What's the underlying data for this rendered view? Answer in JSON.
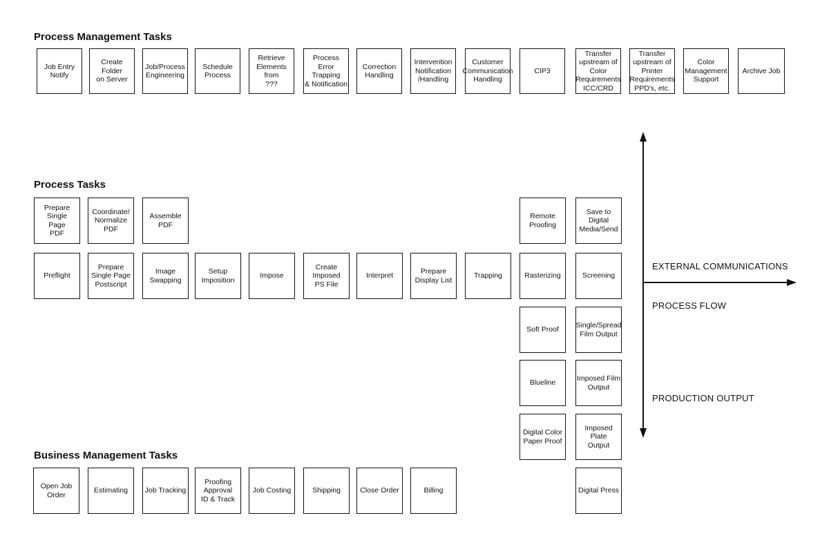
{
  "sections": {
    "process_management": "Process Management Tasks",
    "process": "Process Tasks",
    "business_management": "Business Management Tasks"
  },
  "process_management_tasks": [
    "Job Entry\nNotify",
    "Create Folder\non Server",
    "Job/Process\nEngineering",
    "Schedule\nProcess",
    "Retrieve\nElements\nfrom\n???",
    "Process Error\nTrapping\n& Notification",
    "Correction\nHandling",
    "Intervention\nNotification\n/Handling",
    "Customer\nCommunication\nHandling",
    "CIP3",
    "Transfer\nupstream of\nColor\nRequirements\nICC/CRD",
    "Transfer\nupstream of\nPrinter\nRequirements\nPPD's, etc.",
    "Color\nManagement\nSupport",
    "Archive Job"
  ],
  "process_tasks": {
    "pdf_row": [
      "Prepare\nSingle\nPage\nPDF",
      "Coordinate/\nNormalize\nPDF",
      "Assemble\nPDF"
    ],
    "main_row": [
      "Preflight",
      "Prepare\nSingle Page\nPostscript",
      "Image\nSwapping",
      "Setup\nImposition",
      "Impose",
      "Create\nImposed\nPS File",
      "Interpret",
      "Prepare\nDisplay List",
      "Trapping"
    ],
    "proof_column": [
      "Remote\nProofing",
      "Rasterizing",
      "Soft Proof",
      "Blueline",
      "Digital Color\nPaper Proof"
    ],
    "output_column": [
      "Save to Digital\nMedia/Send",
      "Screening",
      "Single/Spread\nFilm Output",
      "Imposed Film\nOutput",
      "Imposed Plate\nOutput",
      "Digital Press"
    ]
  },
  "business_management_tasks": [
    "Open Job\nOrder",
    "Estimating",
    "Job Tracking",
    "Proofing\nApproval\nID & Track",
    "Job Costing",
    "Shipping",
    "Close Order",
    "Billing"
  ],
  "axis_labels": {
    "external": "EXTERNAL COMMUNICATIONS",
    "flow": "PROCESS FLOW",
    "output": "PRODUCTION OUTPUT"
  }
}
